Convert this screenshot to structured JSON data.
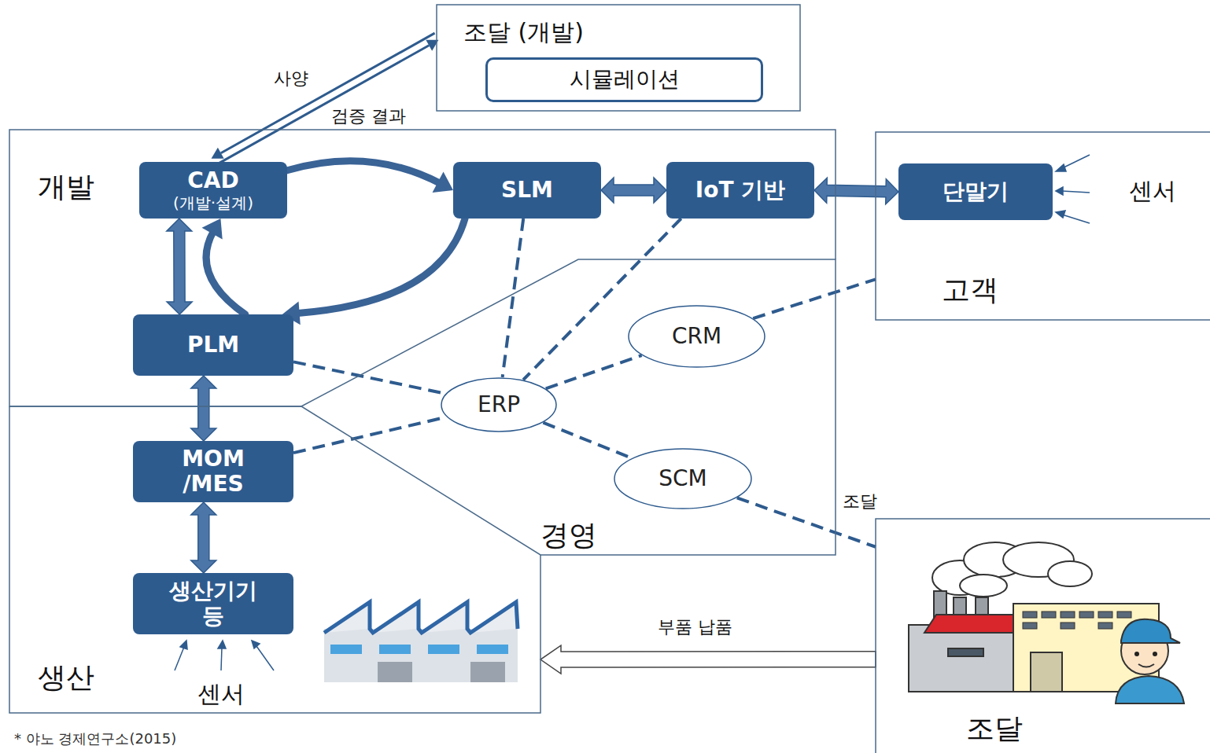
{
  "diagram": {
    "nodes": [
      {
        "text": [
          "조달 (개발)"
        ]
      },
      {
        "text": [
          "시뮬레이션"
        ],
        "in": 0
      },
      {
        "text": [
          "개발"
        ]
      },
      {
        "text": [
          "CAD",
          "(개발·설계)"
        ],
        "in": 2
      },
      {
        "text": [
          "SLM"
        ],
        "in": 2
      },
      {
        "text": [
          "IoT 기반"
        ],
        "in": 2
      },
      {
        "text": [
          "PLM"
        ],
        "in": 2
      },
      {
        "text": [
          "고객"
        ]
      },
      {
        "text": [
          "단말기"
        ],
        "in": 7
      },
      {
        "text": [
          "경영"
        ]
      },
      {
        "text": [
          "CRM"
        ],
        "in": 9
      },
      {
        "text": [
          "ERP"
        ],
        "in": 9
      },
      {
        "text": [
          "SCM"
        ],
        "in": 9
      },
      {
        "text": [
          "생산"
        ]
      },
      {
        "text": [
          "MOM /MES"
        ],
        "in": 13
      },
      {
        "text": [
          "생산기기 등"
        ],
        "in": 13
      },
      {
        "text": [
          "조달"
        ]
      }
    ],
    "edges": [
      {
        "from": 3,
        "to": 0,
        "label": "사양",
        "arrow": "to"
      },
      {
        "from": 0,
        "to": 3,
        "label": "검증 결과",
        "arrow": "to"
      },
      {
        "from": 3,
        "to": 4,
        "arrow": "to"
      },
      {
        "from": 4,
        "to": 6,
        "arrow": "to"
      },
      {
        "from": 6,
        "to": 3,
        "arrow": "to"
      },
      {
        "from": 3,
        "to": 6,
        "arrow": "both"
      },
      {
        "from": 4,
        "to": 5,
        "arrow": "both"
      },
      {
        "from": 5,
        "to": 8,
        "arrow": "both"
      },
      {
        "from": 6,
        "to": 14,
        "arrow": "both"
      },
      {
        "from": 14,
        "to": 15,
        "arrow": "both"
      },
      {
        "from": 4,
        "to": 11,
        "arrow": "none"
      },
      {
        "from": 5,
        "to": 11,
        "arrow": "none"
      },
      {
        "from": 6,
        "to": 11,
        "arrow": "none"
      },
      {
        "from": 11,
        "to": 10,
        "arrow": "none"
      },
      {
        "from": 10,
        "to": 7,
        "arrow": "none"
      },
      {
        "from": 14,
        "to": 11,
        "arrow": "none"
      },
      {
        "from": 11,
        "to": 12,
        "arrow": "none"
      },
      {
        "from": 12,
        "to": 16,
        "label": "조달",
        "arrow": "none"
      },
      {
        "from": 16,
        "to": 13,
        "label": "부품 납품",
        "arrow": "to"
      }
    ],
    "labels": [
      "센서",
      "센서",
      "* 야노 경제연구소(2015)"
    ]
  }
}
